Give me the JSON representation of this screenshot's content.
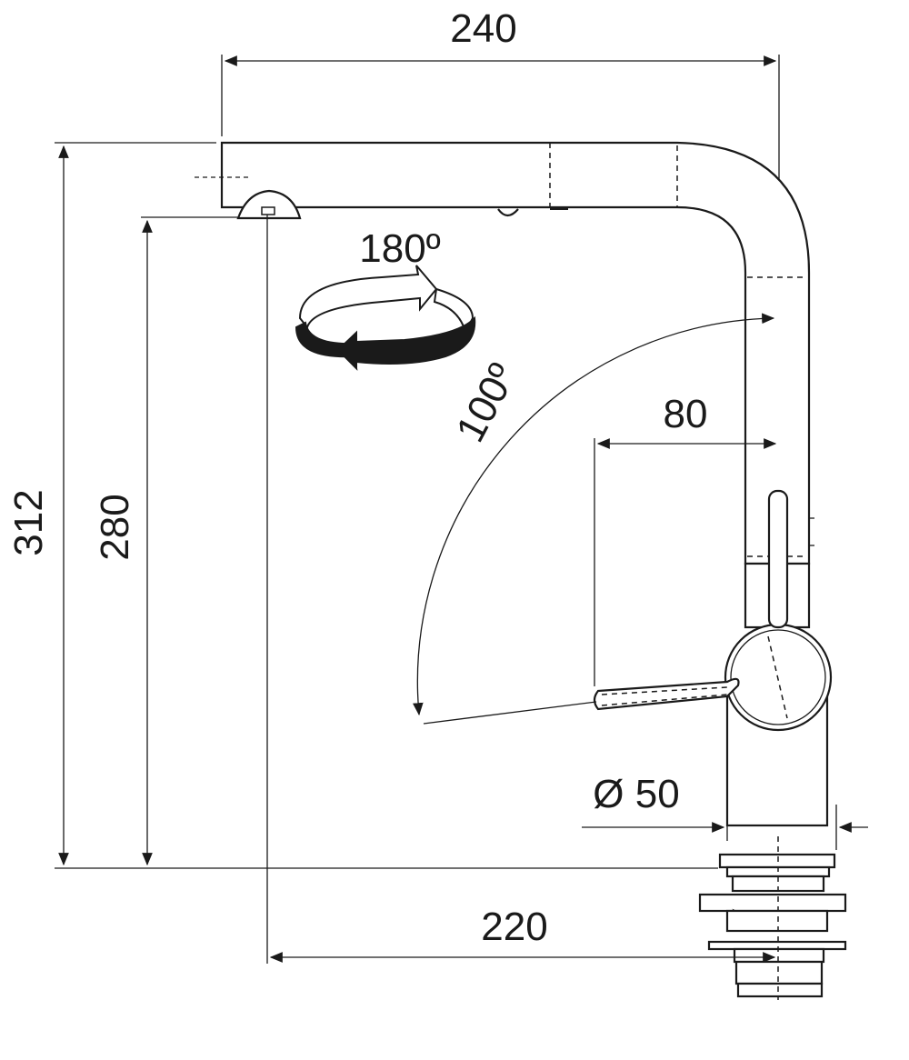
{
  "drawing": {
    "dimensions": {
      "overall_width": "240",
      "overall_height": "312",
      "spout_height": "280",
      "rotation": "180º",
      "lever_angle": "100º",
      "lever_offset": "80",
      "base_diameter": "Ø 50",
      "spout_reach": "220"
    },
    "colors": {
      "ink": "#1a1a1a",
      "background": "#ffffff"
    }
  }
}
